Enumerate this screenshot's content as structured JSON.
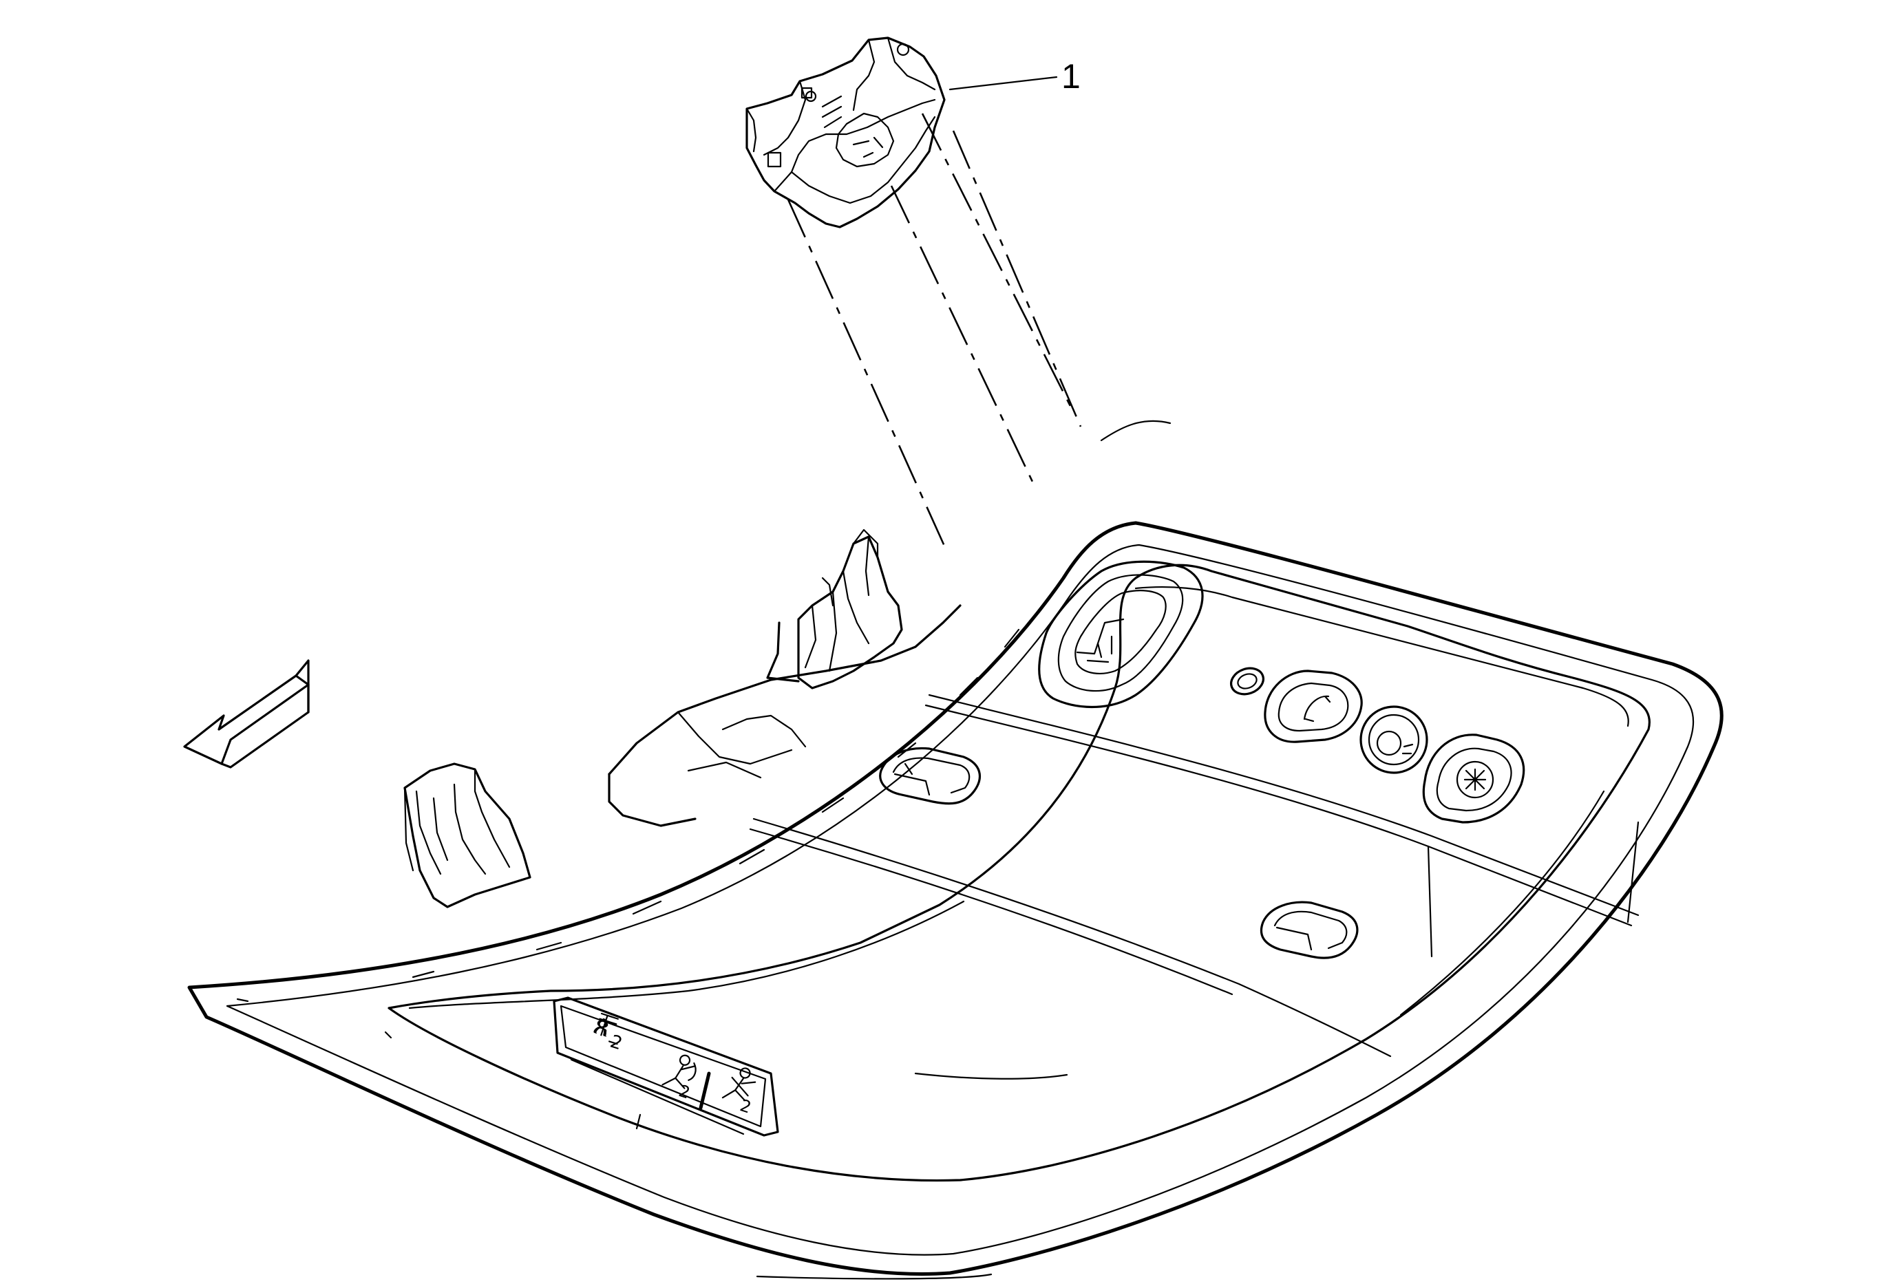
{
  "callouts": [
    {
      "id": "1",
      "label": "1"
    }
  ],
  "components": {
    "overhead_console": "overhead-console-trim",
    "module": "roof-module",
    "front_direction": "arrow-left-icon"
  },
  "indicator_panel": {
    "icons": [
      "passenger-airbag-off-icon",
      "airbag-icon",
      "seatbelt-icon"
    ]
  },
  "colors": {
    "line": "#000000",
    "background": "#ffffff"
  }
}
